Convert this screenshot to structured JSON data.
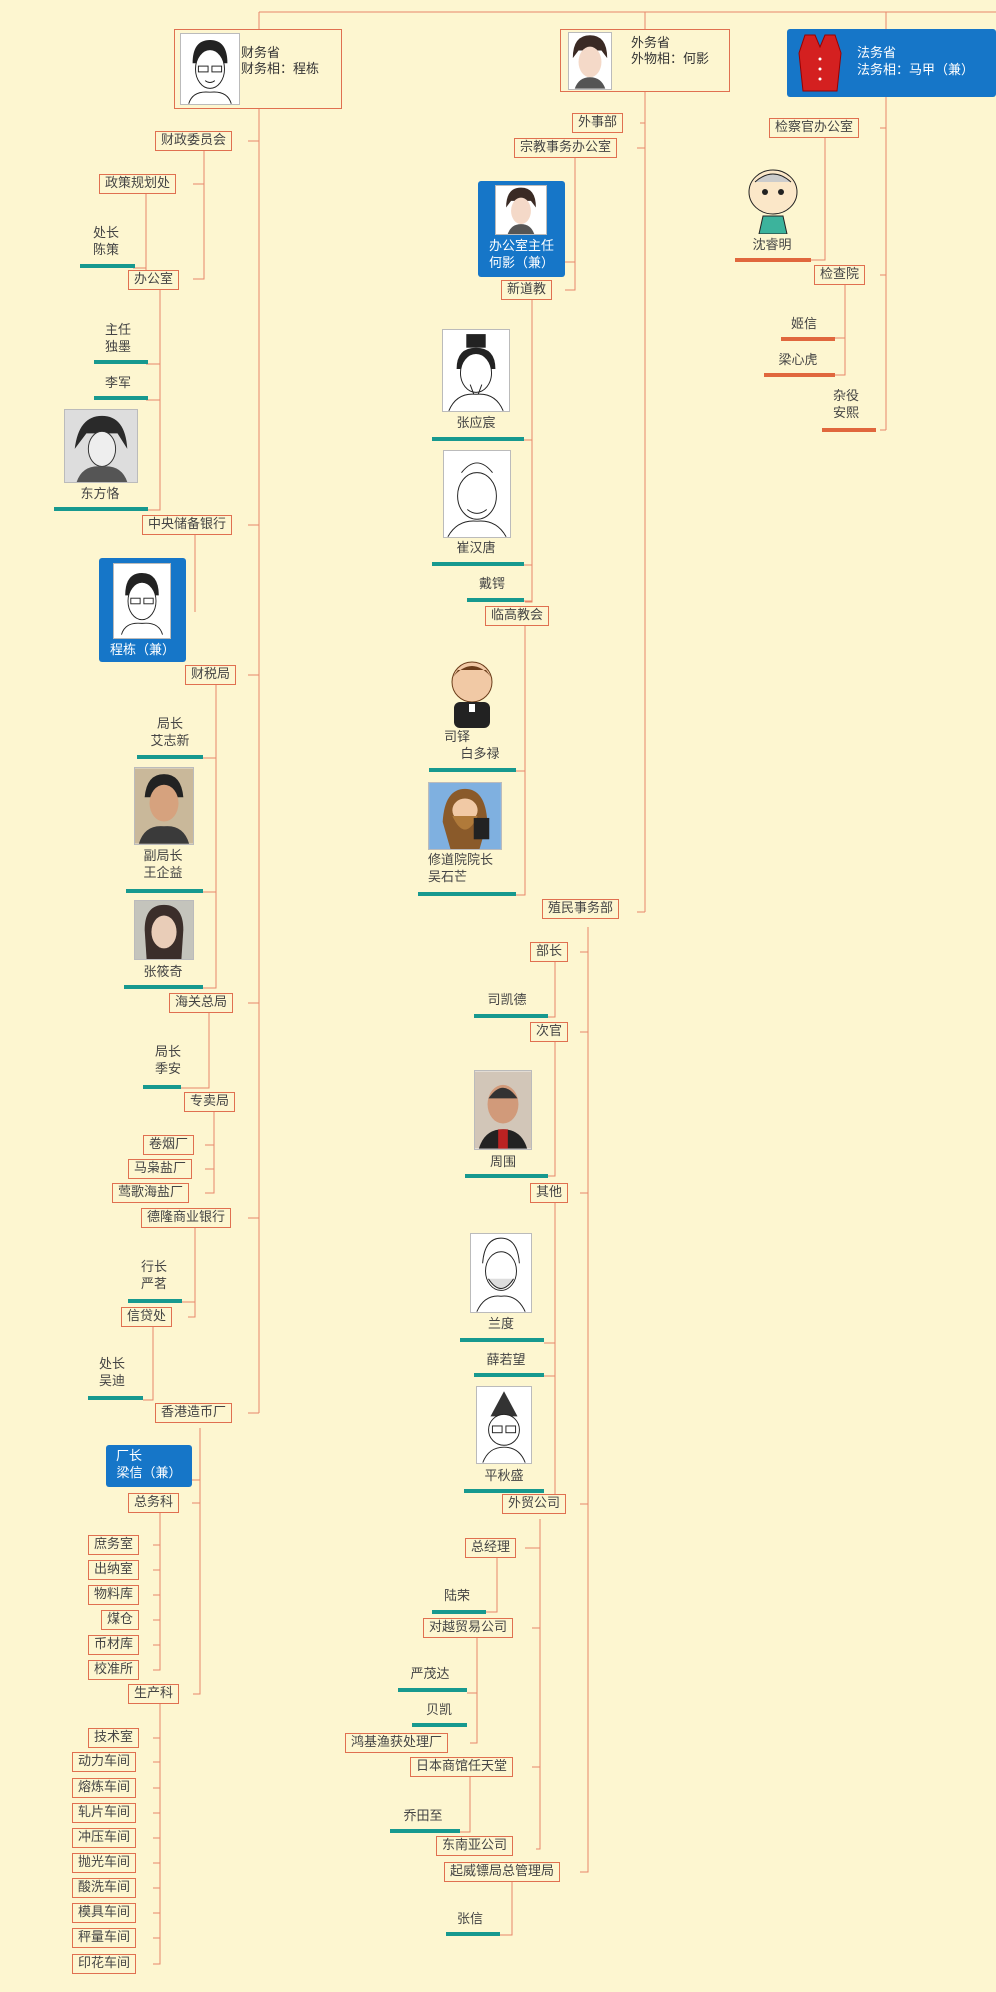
{
  "ministers": {
    "finance": {
      "line1": "财务省",
      "line2": "财务相：程栋"
    },
    "foreign": {
      "line1": "外务省",
      "line2": "外物相：何影"
    },
    "justice": {
      "line1": "法务省",
      "line2": "法务相：马甲（兼）"
    }
  },
  "finance": {
    "committee": "财政委员会",
    "policy": "政策规划处",
    "policy_head": {
      "title": "处长",
      "name": "陈策"
    },
    "office": "办公室",
    "office_head": {
      "title": "主任",
      "name": "独墨"
    },
    "li_jun": "李军",
    "dongfang": "东方恪",
    "central_bank": "中央储备银行",
    "cheng_dong": "程栋（兼）",
    "tax": "财税局",
    "tax_head": {
      "title": "局长",
      "name": "艾志新"
    },
    "tax_deputy": {
      "title": "副局长",
      "name": "王企益"
    },
    "zhang_xiaoqi": "张筱奇",
    "customs": "海关总局",
    "customs_head": {
      "title": "局长",
      "name": "季安"
    },
    "monopoly": "专卖局",
    "cigarette": "卷烟厂",
    "salt_maniao": "马枭盐厂",
    "salt_yingge": "莺歌海盐厂",
    "delong_bank": "德隆商业银行",
    "bank_head": {
      "title": "行长",
      "name": "严茗"
    },
    "credit": "信贷处",
    "credit_head": {
      "title": "处长",
      "name": "吴迪"
    },
    "mint": "香港造币厂",
    "mint_head": {
      "title": "厂长",
      "name": "梁信（兼）"
    },
    "general_affairs": "总务科",
    "ga_items": [
      "庶务室",
      "出纳室",
      "物料库",
      "煤仓",
      "币材库",
      "校准所"
    ],
    "production": "生产科",
    "prod_items": [
      "技术室",
      "动力车间",
      "熔炼车间",
      "轧片车间",
      "冲压车间",
      "抛光车间",
      "酸洗车间",
      "模具车间",
      "秤量车间",
      "印花车间"
    ]
  },
  "foreign": {
    "foreign_dept": "外事部",
    "religion_office": "宗教事务办公室",
    "office_director": {
      "title": "办公室主任",
      "name": "何影（兼）"
    },
    "new_taoism": "新道教",
    "zhang_yingchen": "张应宸",
    "cui_hantang": "崔汉唐",
    "dai_e": "戴锷",
    "lingao_church": "临高教会",
    "priest": {
      "title": "司铎",
      "name": "白多禄"
    },
    "abbot": {
      "title": "修道院院长",
      "name": "吴石芒"
    },
    "colonial": "殖民事务部",
    "minister_label": "部长",
    "si_kaide": "司凯德",
    "vice_label": "次官",
    "zhou_wei": "周围",
    "other_label": "其他",
    "lan_du": "兰度",
    "xue_ruowang": "薛若望",
    "ping_qiusheng": "平秋盛",
    "trade_company": "外贸公司",
    "general_manager": "总经理",
    "lu_rong": "陆荣",
    "vietnam_trade": "对越贸易公司",
    "yan_maoda": "严茂达",
    "bei_kai": "贝凯",
    "fishery": "鸿基渔获处理厂",
    "japan_store": "日本商馆任天堂",
    "qiao_tianzhi": "乔田至",
    "se_asia": "东南亚公司",
    "escort_bureau": "起威镖局总管理局",
    "zhang_xin": "张信"
  },
  "justice": {
    "procurator_office": "检察官办公室",
    "shen_ruiming": "沈睿明",
    "procuratorate": "检查院",
    "ji_xin": "姬信",
    "liang_xinhu": "梁心虎",
    "misc": {
      "title": "杂役",
      "name": "安熙"
    }
  }
}
